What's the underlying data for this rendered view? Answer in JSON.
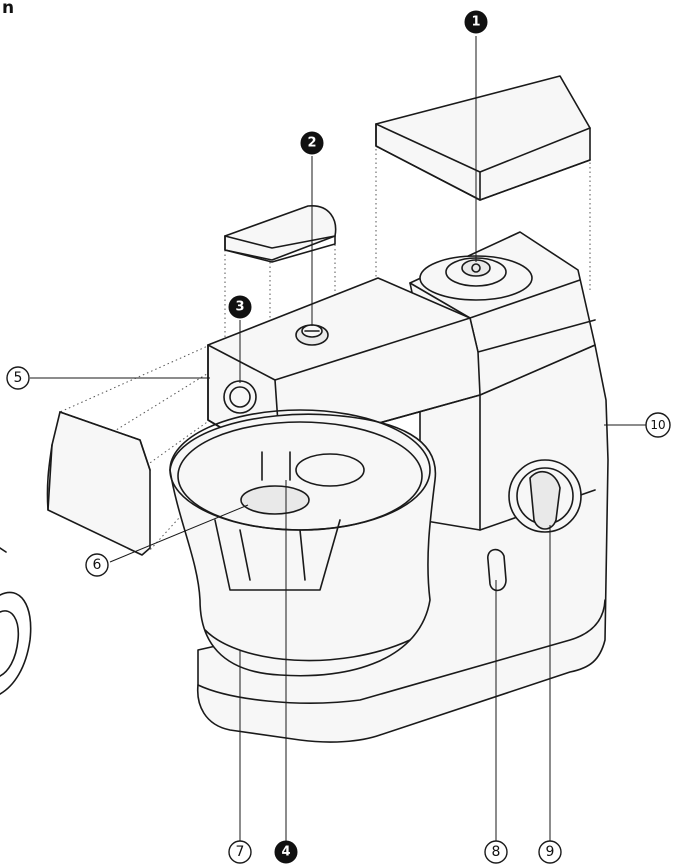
{
  "heading_fragment": "n",
  "callouts": [
    {
      "id": "1",
      "label": "1",
      "style": "filled"
    },
    {
      "id": "2",
      "label": "2",
      "style": "filled"
    },
    {
      "id": "3",
      "label": "3",
      "style": "filled"
    },
    {
      "id": "4",
      "label": "4",
      "style": "filled"
    },
    {
      "id": "5",
      "label": "5",
      "style": "outline"
    },
    {
      "id": "6",
      "label": "6",
      "style": "outline"
    },
    {
      "id": "7",
      "label": "7",
      "style": "outline"
    },
    {
      "id": "8",
      "label": "8",
      "style": "outline"
    },
    {
      "id": "9",
      "label": "9",
      "style": "outline"
    },
    {
      "id": "10",
      "label": "10",
      "style": "outline"
    }
  ]
}
